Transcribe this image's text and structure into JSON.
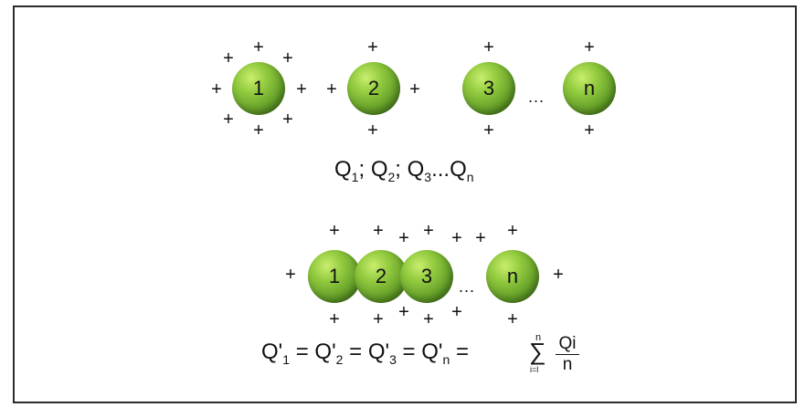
{
  "top_row": {
    "sphere_labels": [
      "1",
      "2",
      "3",
      "n"
    ],
    "ellipsis": "..."
  },
  "charges_formula": {
    "parts": [
      {
        "base": "Q",
        "sub": "1"
      },
      {
        "sep": "; "
      },
      {
        "base": "Q",
        "sub": "2"
      },
      {
        "sep": "; "
      },
      {
        "base": "Q",
        "sub": "3"
      },
      {
        "sep": "..."
      },
      {
        "base": "Q",
        "sub": "n"
      }
    ]
  },
  "bottom_row": {
    "sphere_labels": [
      "1",
      "2",
      "3",
      "n"
    ],
    "ellipsis": "..."
  },
  "equal_formula": {
    "terms": [
      {
        "base": "Q'",
        "sub": "1"
      },
      {
        "base": "Q'",
        "sub": "2"
      },
      {
        "base": "Q'",
        "sub": "3"
      },
      {
        "base": "Q'",
        "sub": "n"
      }
    ],
    "equals": "=",
    "sum_upper": "n",
    "sum_sign": "∑",
    "sum_lower": "i=l",
    "numerator": "Qi",
    "denominator": "n"
  },
  "charge_symbol": "+"
}
